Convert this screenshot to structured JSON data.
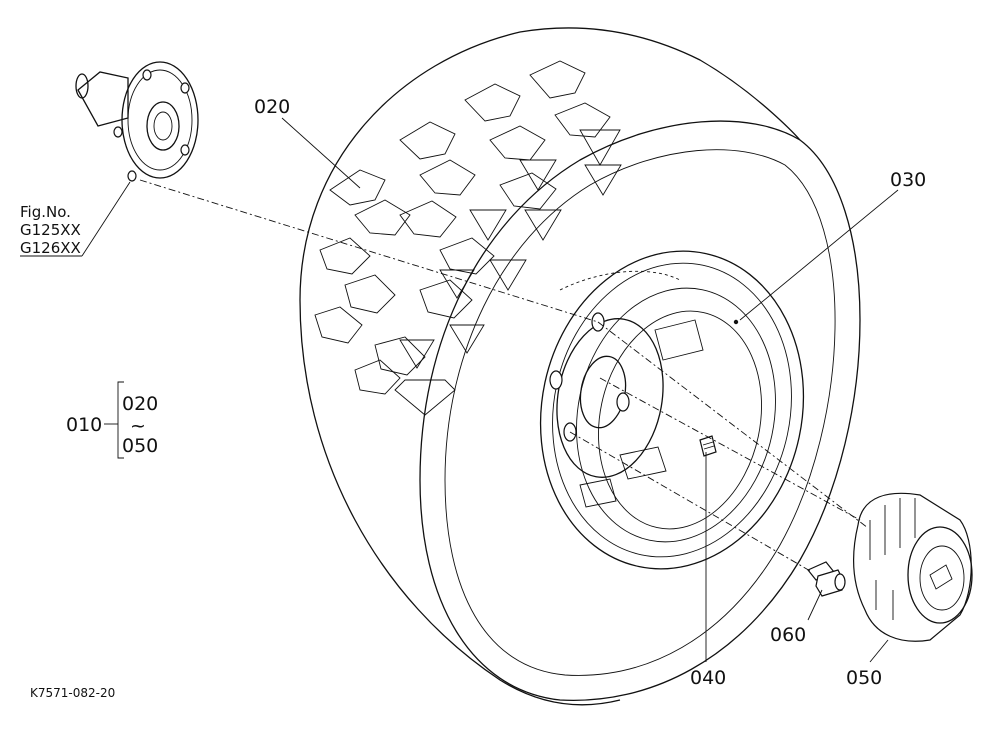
{
  "figure_ref": {
    "title": "Fig.No.",
    "lines": [
      "G125XX",
      "G126XX"
    ]
  },
  "callouts": {
    "tire": "020",
    "wheel_rim": "030",
    "valve": "040",
    "hub_cap": "050",
    "bolt": "060"
  },
  "assembly": {
    "number": "010",
    "range_from": "020",
    "range_sep": "~",
    "range_to": "050"
  },
  "diagram_code": "K7571-082-20"
}
